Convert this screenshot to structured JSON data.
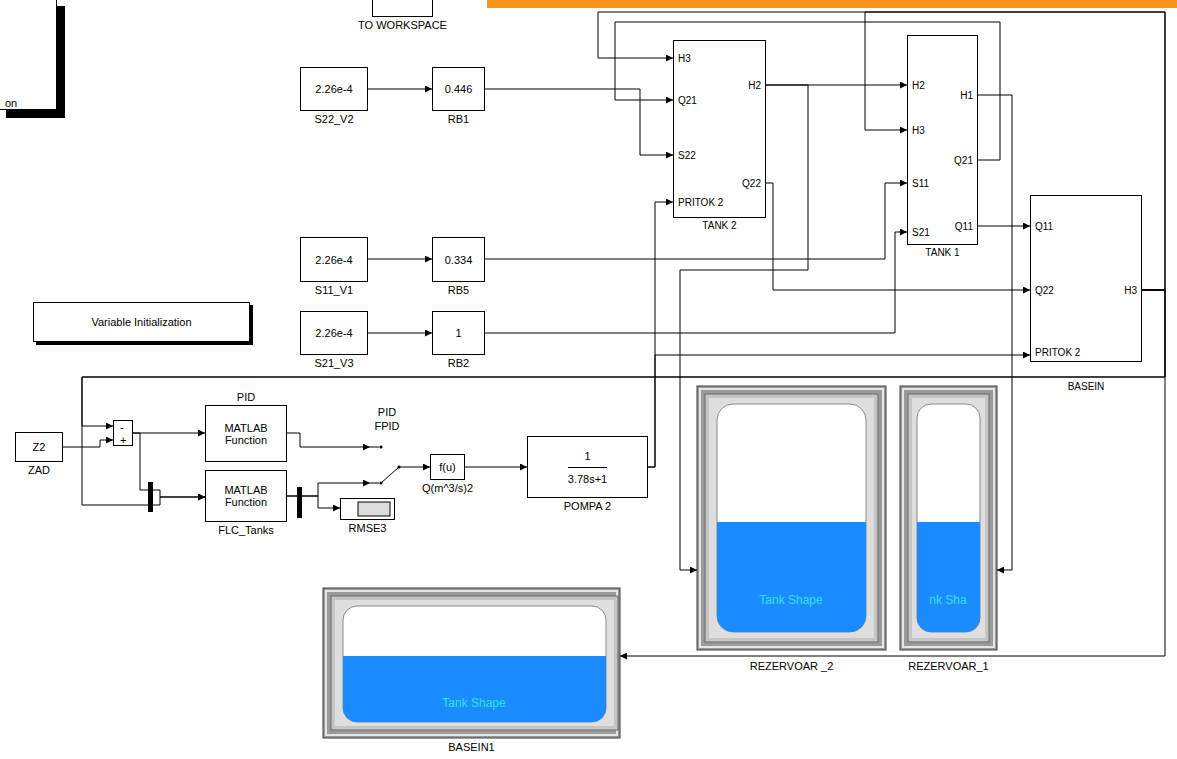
{
  "diagram": {
    "nodes": [
      {
        "text": [
          "on"
        ]
      },
      {
        "text": [
          "TO WORKSPACE"
        ]
      },
      {
        "text": [
          "H3",
          "Q21",
          "S22",
          "PRITOK 2",
          "H2",
          "Q22",
          "TANK 2"
        ]
      },
      {
        "text": [
          "H2",
          "H3",
          "S11",
          "S21",
          "H1",
          "Q21",
          "Q11",
          "TANK 1"
        ]
      },
      {
        "text": [
          "2.26e-4",
          "S22_V2"
        ]
      },
      {
        "text": [
          "0.446",
          "RB1"
        ]
      },
      {
        "text": [
          "Q11",
          "Q22",
          "PRITOK 2",
          "H3",
          "BASEIN"
        ]
      },
      {
        "text": [
          "2.26e-4",
          "S11_V1"
        ]
      },
      {
        "text": [
          "0.334",
          "RB5"
        ]
      },
      {
        "text": [
          "Variable Initialization"
        ]
      },
      {
        "text": [
          "2.26e-4",
          "S21_V3"
        ]
      },
      {
        "text": [
          "1",
          "RB2"
        ]
      },
      {
        "text": [
          "PID",
          "MATLAB Function"
        ]
      },
      {
        "text": [
          "-",
          "+"
        ]
      },
      {
        "text": [
          "Z2",
          "ZAD"
        ]
      },
      {
        "text": [
          "PID",
          "FPID"
        ]
      },
      {
        "text": [
          "f(u)",
          "Q(m^3/s)2"
        ]
      },
      {
        "text": [
          "1",
          "3.78s+1",
          "POMPA 2"
        ]
      },
      {
        "text": [
          "MATLAB Function",
          "FLC_Tanks"
        ]
      },
      {
        "text": [
          "RMSE3"
        ]
      },
      {
        "text": [
          "Tank Shape",
          "REZERVOAR _2"
        ]
      },
      {
        "text": [
          "nk Sha",
          "REZERVOAR_1"
        ]
      },
      {
        "text": [
          "Tank Shape",
          "BASEIN1"
        ]
      }
    ],
    "edges": [
      {
        "from": 4,
        "to": 5,
        "arrow": "to"
      },
      {
        "from": 5,
        "to": 2,
        "arrow": "to"
      },
      {
        "from": 7,
        "to": 8,
        "arrow": "to"
      },
      {
        "from": 8,
        "to": 3,
        "arrow": "to"
      },
      {
        "from": 10,
        "to": 11,
        "arrow": "to"
      },
      {
        "from": 11,
        "to": 3,
        "arrow": "to"
      },
      {
        "from": 2,
        "to": 3,
        "arrow": "to"
      },
      {
        "from": 2,
        "to": 20,
        "arrow": "to"
      },
      {
        "from": 2,
        "to": 6,
        "arrow": "to"
      },
      {
        "from": 3,
        "to": 2,
        "arrow": "to"
      },
      {
        "from": 3,
        "to": 21,
        "arrow": "to"
      },
      {
        "from": 3,
        "to": 6,
        "arrow": "to"
      },
      {
        "from": 6,
        "to": 2,
        "arrow": "to"
      },
      {
        "from": 6,
        "to": 3,
        "arrow": "to"
      },
      {
        "from": 6,
        "to": 13,
        "arrow": "to"
      },
      {
        "from": 6,
        "to": 18,
        "arrow": "to"
      },
      {
        "from": 6,
        "to": 22,
        "arrow": "to"
      },
      {
        "from": 14,
        "to": 13,
        "arrow": "to"
      },
      {
        "from": 13,
        "to": 12,
        "arrow": "to"
      },
      {
        "from": 13,
        "to": 18,
        "arrow": "to"
      },
      {
        "from": 12,
        "to": 15,
        "arrow": "to"
      },
      {
        "from": 18,
        "to": 15,
        "arrow": "to"
      },
      {
        "from": 18,
        "to": 19,
        "arrow": "to"
      },
      {
        "from": 15,
        "to": 16,
        "arrow": "to"
      },
      {
        "from": 16,
        "to": 17,
        "arrow": "to"
      },
      {
        "from": 17,
        "to": 2,
        "arrow": "to"
      },
      {
        "from": 17,
        "to": 6,
        "arrow": "to"
      }
    ]
  }
}
